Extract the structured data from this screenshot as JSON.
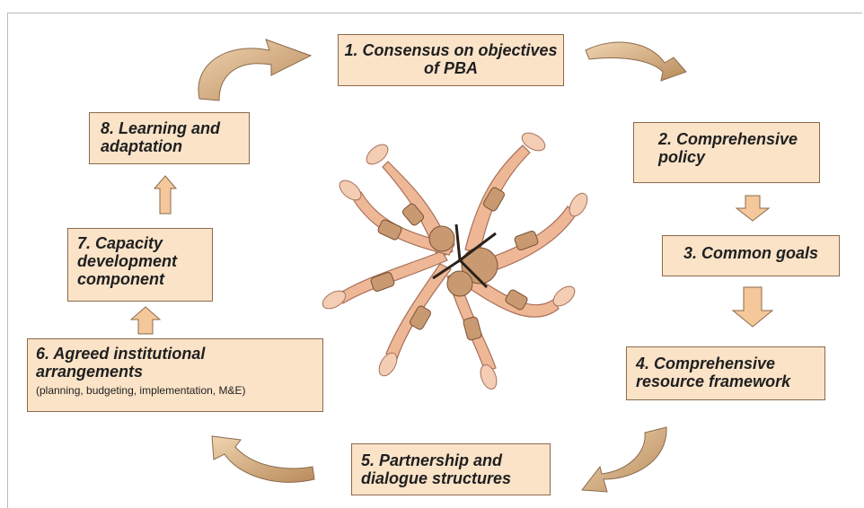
{
  "steps": {
    "s1": "1. Consensus on objectives of PBA",
    "s2": "2. Comprehensive policy",
    "s3": "3. Common goals",
    "s4": "4. Comprehensive resource framework",
    "s5": "5. Partnership and dialogue structures",
    "s6": "6. Agreed institutional arrangements",
    "s6_sub": "(planning, budgeting, implementation, M&E)",
    "s7": "7. Capacity development component",
    "s8": "8. Learning and adaptation"
  },
  "colors": {
    "box_fill": "#fbe3c8",
    "box_border": "#8a6a4c",
    "arrow_fill": "#f4c89a",
    "curved_arrow": "#d9b183",
    "text": "#1f1f1f"
  },
  "center_image": "interlocking-arms-illustration"
}
